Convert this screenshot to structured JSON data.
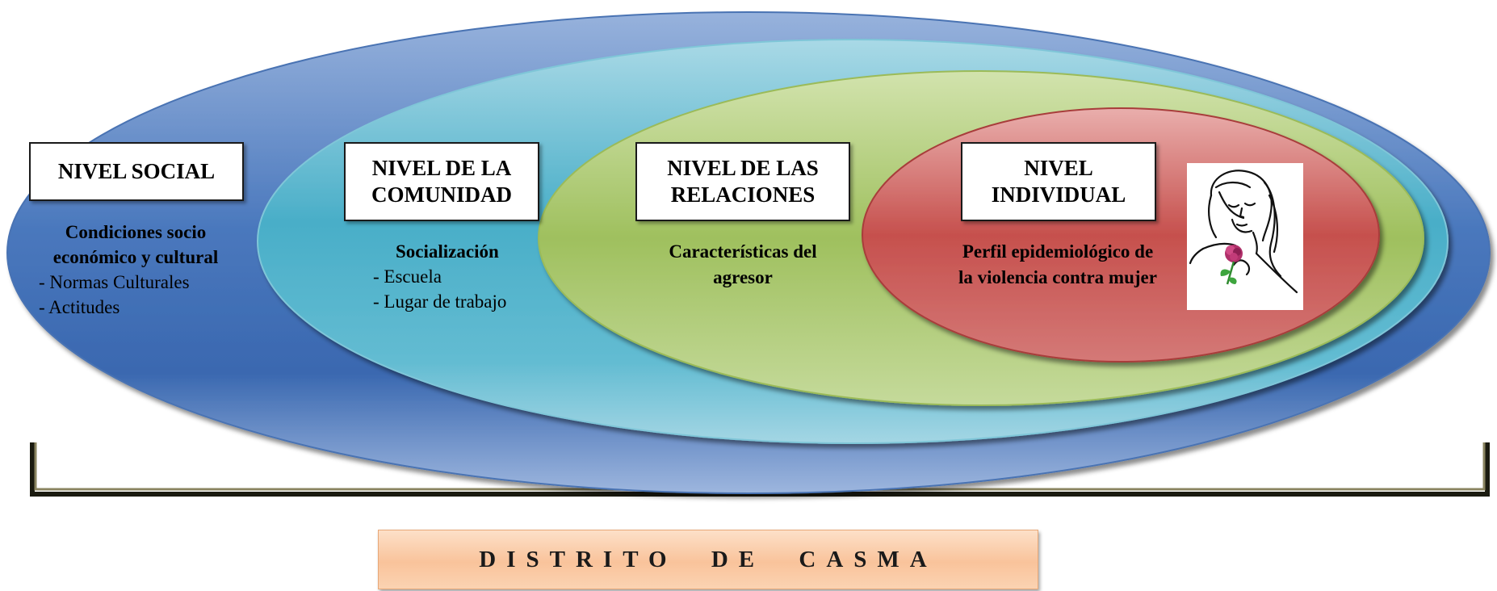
{
  "levels": [
    {
      "id": "social",
      "title_lines": [
        "NIVEL SOCIAL"
      ],
      "description": {
        "heading_lines": [
          "Condiciones socio",
          "económico y cultural"
        ],
        "items": [
          "- Normas Culturales",
          "- Actitudes"
        ]
      },
      "color": "#5b84c4"
    },
    {
      "id": "comunidad",
      "title_lines": [
        "NIVEL DE LA",
        "COMUNIDAD"
      ],
      "description": {
        "heading_lines": [
          "Socialización"
        ],
        "items": [
          "-  Escuela",
          "-  Lugar de trabajo"
        ]
      },
      "color": "#4bacc6"
    },
    {
      "id": "relaciones",
      "title_lines": [
        "NIVEL DE LAS",
        "RELACIONES"
      ],
      "description": {
        "heading_lines": [
          "Características del",
          "agresor"
        ],
        "items": []
      },
      "color": "#9bbb59"
    },
    {
      "id": "individual",
      "title_lines": [
        "NIVEL",
        "INDIVIDUAL"
      ],
      "description": {
        "heading_lines": [
          "Perfil epidemiológico de",
          "la violencia contra mujer"
        ],
        "items": []
      },
      "color": "#c0504d"
    }
  ],
  "illustration": "woman-with-rose-icon",
  "district": {
    "label": "DISTRITO DE CASMA"
  }
}
